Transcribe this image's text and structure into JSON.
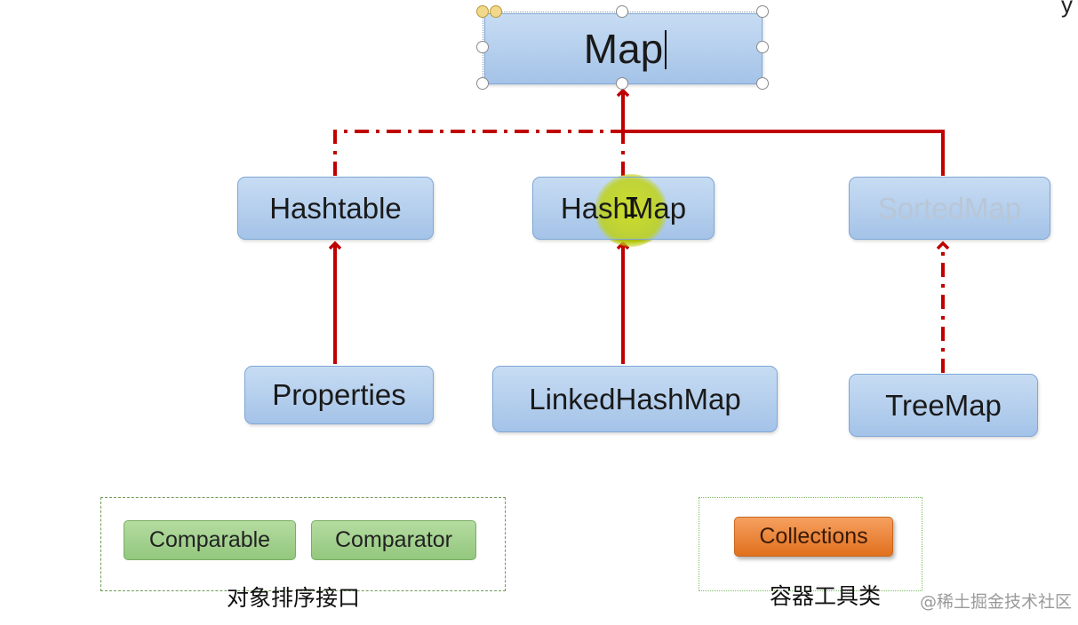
{
  "diagram": {
    "nodes": {
      "map": "Map",
      "hashtable": "Hashtable",
      "hashmap": "HashMap",
      "sortedmap": "SortedMap",
      "properties": "Properties",
      "linkedhashmap": "LinkedHashMap",
      "treemap": "TreeMap"
    },
    "edges": [
      {
        "from": "Hashtable",
        "to": "Map",
        "style": "dash-dot"
      },
      {
        "from": "HashMap",
        "to": "Map",
        "style": "dash-dot"
      },
      {
        "from": "SortedMap",
        "to": "Map",
        "style": "solid"
      },
      {
        "from": "Properties",
        "to": "Hashtable",
        "style": "solid"
      },
      {
        "from": "LinkedHashMap",
        "to": "HashMap",
        "style": "solid"
      },
      {
        "from": "TreeMap",
        "to": "SortedMap",
        "style": "dash-dot"
      }
    ],
    "colors": {
      "arrow": "#c00000",
      "node_fill": "#a4c3e8",
      "sort_interface_fill": "#93c77e",
      "utility_fill": "#e0701d"
    }
  },
  "sort_interfaces": {
    "items": [
      "Comparable",
      "Comparator"
    ],
    "caption": "对象排序接口"
  },
  "utility": {
    "item": "Collections",
    "caption": "容器工具类"
  },
  "corner_text": "y",
  "watermark": "@稀土掘金技术社区"
}
